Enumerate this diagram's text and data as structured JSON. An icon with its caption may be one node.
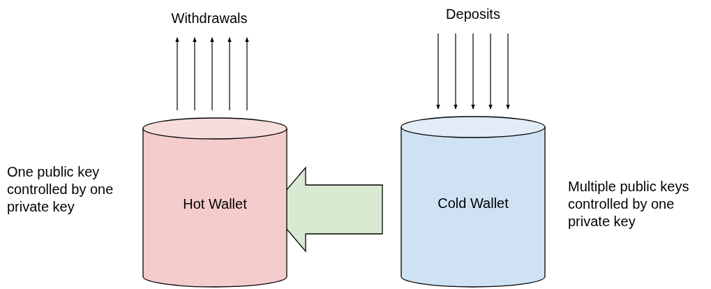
{
  "diagram": {
    "nodes": [
      {
        "text": [
          "Withdrawals"
        ]
      },
      {
        "text": [
          "Deposits"
        ]
      },
      {
        "text": [
          "Hot Wallet"
        ],
        "beside": [
          "One public key controlled by one private key"
        ]
      },
      {
        "text": [
          "Cold Wallet"
        ],
        "beside": [
          "Multiple public keys controlled by one private key"
        ]
      }
    ],
    "edges": [
      {
        "from": 2,
        "to": 0,
        "arrow": "to"
      },
      {
        "from": 2,
        "to": 0,
        "arrow": "to"
      },
      {
        "from": 2,
        "to": 0,
        "arrow": "to"
      },
      {
        "from": 2,
        "to": 0,
        "arrow": "to"
      },
      {
        "from": 2,
        "to": 0,
        "arrow": "to"
      },
      {
        "from": 1,
        "to": 3,
        "arrow": "to"
      },
      {
        "from": 1,
        "to": 3,
        "arrow": "to"
      },
      {
        "from": 1,
        "to": 3,
        "arrow": "to"
      },
      {
        "from": 1,
        "to": 3,
        "arrow": "to"
      },
      {
        "from": 1,
        "to": 3,
        "arrow": "to"
      },
      {
        "from": 3,
        "to": 2,
        "arrow": "to",
        "style": "thick",
        "color": "#d9ead3"
      }
    ]
  }
}
